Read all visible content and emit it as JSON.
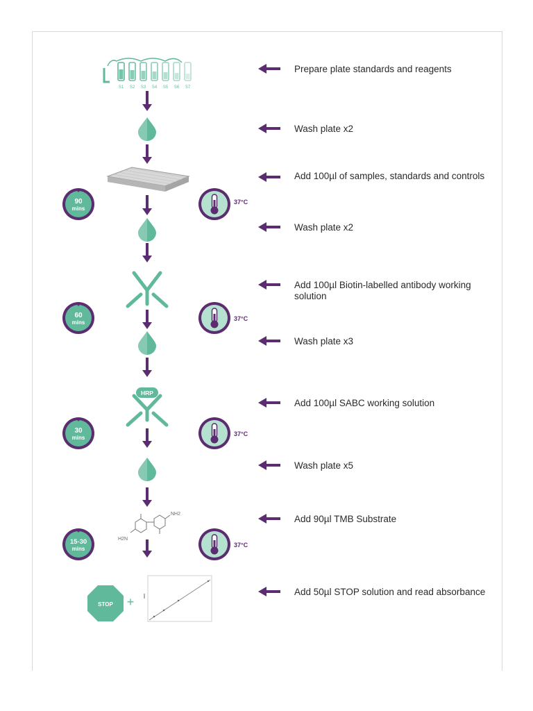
{
  "colors": {
    "purple": "#5b2c6f",
    "teal": "#5fb99a",
    "teal_light": "#a8d9c5",
    "teal_fill": "#b5e1d0"
  },
  "steps": [
    {
      "label": "Prepare plate standards and reagents"
    },
    {
      "label": "Wash plate x2"
    },
    {
      "label": "Add 100µl of samples, standards and controls"
    },
    {
      "label": "Wash plate x2"
    },
    {
      "label": "Add 100µl Biotin-labelled antibody working solution"
    },
    {
      "label": "Wash plate x3"
    },
    {
      "label": "Add 100µl SABC working solution"
    },
    {
      "label": "Wash plate x5"
    },
    {
      "label": "Add 90µl TMB Substrate"
    },
    {
      "label": "Add 50µl STOP solution and read absorbance"
    }
  ],
  "tubes": [
    "S1",
    "S2",
    "S3",
    "S4",
    "S5",
    "S6",
    "S7"
  ],
  "timers": [
    {
      "top": "90",
      "bottom": "mins"
    },
    {
      "top": "60",
      "bottom": "mins"
    },
    {
      "top": "30",
      "bottom": "mins"
    },
    {
      "top": "15-30",
      "bottom": "mins"
    }
  ],
  "temperatures": [
    "37°C",
    "37°C",
    "37°C",
    "37°C"
  ],
  "icons": {
    "hrp_label": "HRP",
    "nh2_label": "NH2",
    "h2n_label": "H2N",
    "stop_label": "STOP",
    "plus": "+"
  }
}
